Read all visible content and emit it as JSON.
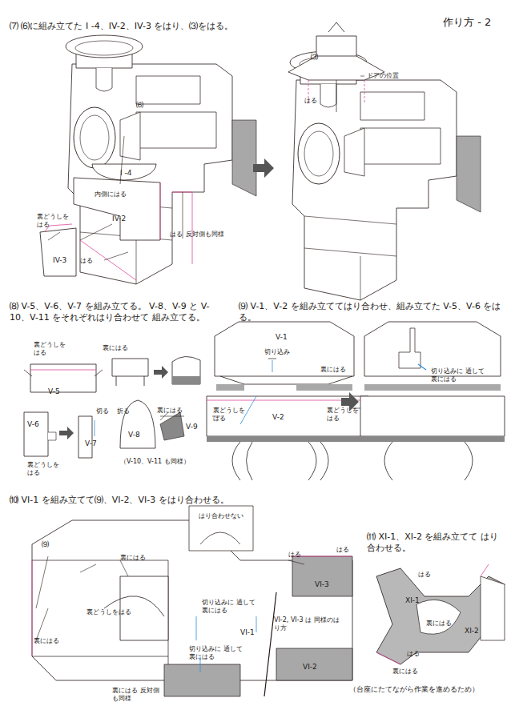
{
  "diagram": {
    "title": "作り方 - 2",
    "labels": [
      "⑺ ⑹に組み立てた I -4、IV-2、IV-3 をはり、⑶をはる。",
      "⑹",
      "I -4",
      "内側にはる",
      "裏どうしを はる",
      "IV-2",
      "IV-3",
      "はる",
      "はる",
      "反対側も同様",
      "⑶",
      "ドアの位置",
      "はる",
      "⑻ V-5、V-6、V-7 を組み立てる。 V-8、V-9 と V-10、V-11 をそれぞれはり合わせて 組み立てる。",
      "裏どうしを はる",
      "裏にはる",
      "V-5",
      "V-6",
      "切る",
      "折る",
      "V-7",
      "裏にはる",
      "V-8",
      "V-9",
      "裏どうしを はる",
      "（V-10、V-11 も同様）",
      "⑼ V-1、V-2 を組み立ててはり合わせ、組み立てた V-5、V-6 をはる。",
      "V-1",
      "切り込み",
      "裏にはる",
      "裏どうしを はる",
      "V-2",
      "裏どうしを はる",
      "切り込みに 通して裏にはる",
      "⑽ VI-1 を組み立てて⑼、VI-2、VI-3 をはり合わせる。",
      "⑼",
      "はり合わせない",
      "裏にはる",
      "はる",
      "はる",
      "VI-3",
      "裏どうしをはる",
      "切り込みに 通して裏にはる",
      "VI-1",
      "VI-2, VI-3 は 同様のはり方",
      "切り込みに 通して裏にはる",
      "VI-2",
      "裏にはる",
      "裏にはる 反対側も同様",
      "⑾ XI-1、XI-2 を組み立てて はり合わせる。",
      "はる",
      "XI-1",
      "裏にはる",
      "XI-2",
      "はる",
      "裏にはる",
      "（台座にたてながら作業を進めるため）"
    ]
  }
}
